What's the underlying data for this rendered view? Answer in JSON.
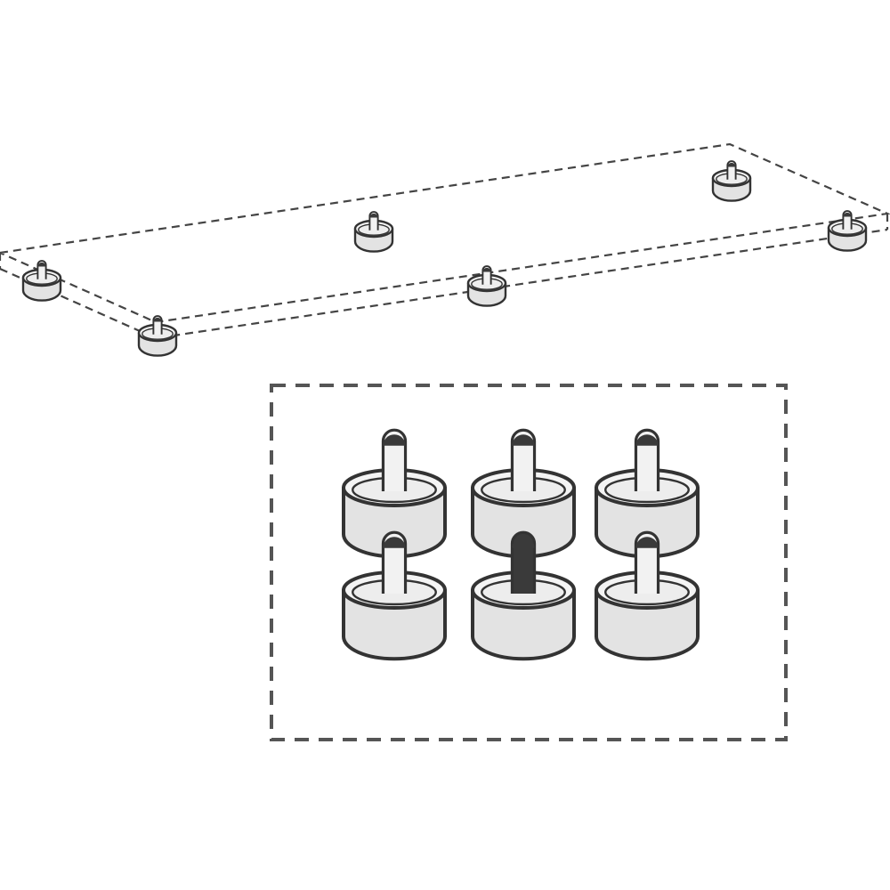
{
  "diagram": {
    "panel_feet_count": 6,
    "detail_feet_count": 6,
    "detail_grid": {
      "rows": 2,
      "columns": 3
    },
    "colors": {
      "background": "#ffffff",
      "outline": "#333333",
      "foot_fill": "#e3e3e3",
      "panel_dash": "#444444",
      "detail_box_dash": "#555555"
    }
  }
}
